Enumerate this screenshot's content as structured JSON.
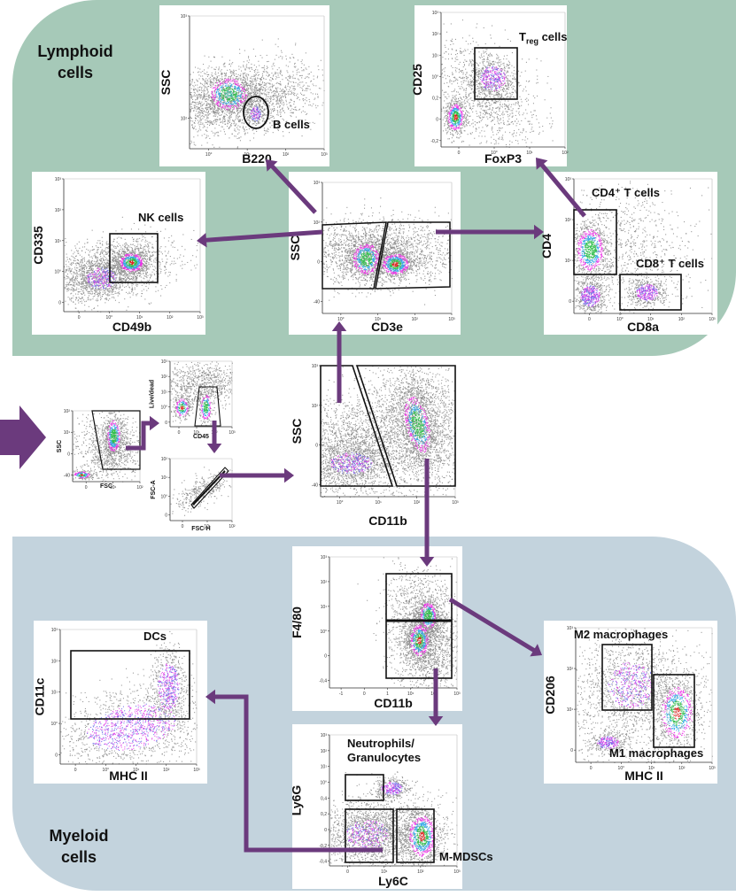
{
  "figure": {
    "arrow_color": "#6b3a7d",
    "panels": {
      "lymphoid": {
        "label_line1": "Lymphoid",
        "label_line2": "cells",
        "color": "#a6c9b8"
      },
      "myeloid": {
        "label_line1": "Myeloid",
        "label_line2": "cells",
        "color": "#c3d3dd"
      }
    },
    "plots": {
      "fsc_ssc": {
        "xlabel": "FSC",
        "ylabel": "SSC",
        "xticks": [
          "0",
          "10¹",
          "10²"
        ],
        "yticks": [
          "10²",
          "10¹",
          "0",
          "-40"
        ]
      },
      "livedead": {
        "xlabel": "CD45",
        "ylabel": "Live/dead",
        "xticks": [
          "0",
          "10¹",
          "10²",
          "10³"
        ],
        "yticks": [
          "10³",
          "10²",
          "10¹",
          "10°",
          "0"
        ]
      },
      "singlets": {
        "xlabel": "FSC-H",
        "ylabel": "FSC-A",
        "xticks": [
          "0",
          "10¹",
          "10²"
        ],
        "yticks": [
          "10²",
          "10¹",
          "10°",
          "0"
        ]
      },
      "cd11b_ssc": {
        "xlabel": "CD11b",
        "ylabel": "SSC",
        "xticks": [
          "10°",
          "10¹",
          "10²",
          "10³"
        ],
        "yticks": [
          "10³",
          "10²",
          "0",
          "-40"
        ]
      },
      "cd3e": {
        "xlabel": "CD3e",
        "ylabel": "SSC",
        "xticks": [
          "10°",
          "10¹",
          "10²",
          "10³"
        ],
        "yticks": [
          "10³",
          "10²",
          "0",
          "-40"
        ]
      },
      "b220": {
        "xlabel": "B220",
        "ylabel": "SSC",
        "xticks": [
          "10°",
          "10¹",
          "10²",
          "10³"
        ],
        "yticks": [
          "10³",
          "10²"
        ],
        "gate_label": "B cells"
      },
      "nk": {
        "xlabel": "CD49b",
        "ylabel": "CD335",
        "xticks": [
          "0",
          "10°",
          "10¹",
          "10²",
          "10³"
        ],
        "yticks": [
          "10³",
          "10²",
          "10¹",
          "10°",
          "0"
        ],
        "gate_label": "NK cells"
      },
      "cd4cd8": {
        "xlabel": "CD8a",
        "ylabel": "CD4",
        "xticks": [
          "0",
          "10°",
          "10¹",
          "10²",
          "10³"
        ],
        "yticks": [
          "10³",
          "10²",
          "10¹",
          "0"
        ],
        "gate_label_cd4": "CD4⁺ T cells",
        "gate_label_cd8": "CD8⁺ T cells"
      },
      "treg": {
        "xlabel": "FoxP3",
        "ylabel": "CD25",
        "xticks": [
          "0",
          "10°",
          "10¹",
          "10²"
        ],
        "yticks": [
          "10³",
          "10²",
          "10¹",
          "10°",
          "0,2",
          "0",
          "-0,2"
        ],
        "gate_label_main": "T",
        "gate_label_sub": "reg",
        "gate_label_rest": " cells"
      },
      "f480": {
        "xlabel": "CD11b",
        "ylabel": "F4/80",
        "xticks": [
          "-1",
          "0",
          "1",
          "10¹",
          "10²",
          "10³"
        ],
        "yticks": [
          "10³",
          "10²",
          "10¹",
          "10°",
          "0",
          "-0,4"
        ]
      },
      "ly6": {
        "xlabel": "Ly6C",
        "ylabel": "Ly6G",
        "xticks": [
          "0",
          "10¹",
          "10²",
          "10³"
        ],
        "yticks": [
          "10³",
          "10²",
          "10¹",
          "10°",
          "0,4",
          "0,2",
          "0",
          "-0,2",
          "-0,4"
        ],
        "gate_label_neut1": "Neutrophils/",
        "gate_label_neut2": "Granulocytes",
        "gate_label_mdsc": "M-MDSCs"
      },
      "dc": {
        "xlabel": "MHC II",
        "ylabel": "CD11c",
        "xticks": [
          "0",
          "10°",
          "10¹",
          "10²",
          "10³"
        ],
        "yticks": [
          "10³",
          "10²",
          "10¹",
          "10°",
          "0"
        ],
        "gate_label": "DCs"
      },
      "macro": {
        "xlabel": "MHC II",
        "ylabel": "CD206",
        "xticks": [
          "0",
          "10°",
          "10¹",
          "10²",
          "10³"
        ],
        "yticks": [
          "10³",
          "10²",
          "10¹",
          "0"
        ],
        "gate_label_m2": "M2 macrophages",
        "gate_label_m1": "M1 macrophages"
      }
    }
  }
}
